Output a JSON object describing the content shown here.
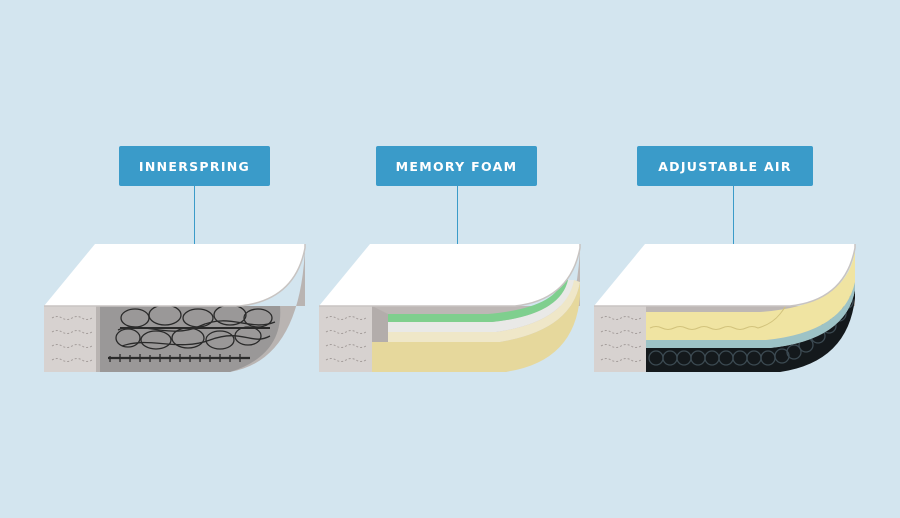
{
  "diagram": {
    "mattresses": [
      {
        "id": "innerspring",
        "label": "INNERSPRING"
      },
      {
        "id": "memory-foam",
        "label": "MEMORY FOAM"
      },
      {
        "id": "adjustable-air",
        "label": "ADJUSTABLE AIR"
      }
    ]
  },
  "colors": {
    "background": "#d3e5ef",
    "label_box": "#3a9bc9",
    "label_text": "#ffffff",
    "mattress_top": "#ffffff",
    "mattress_side": "#d7d2d0",
    "mattress_inner": "#bdb7b5",
    "cavity": "#9a9898",
    "spring_coil": "#2a2a2a",
    "foam_green": "#7fcf8e",
    "foam_light": "#e9e9e7",
    "foam_cream": "#efe7c8",
    "foam_tan": "#e6d89c",
    "air_yellow": "#f0e4a2",
    "air_teal": "#9dc3c6",
    "air_chamber": "#14191c"
  }
}
